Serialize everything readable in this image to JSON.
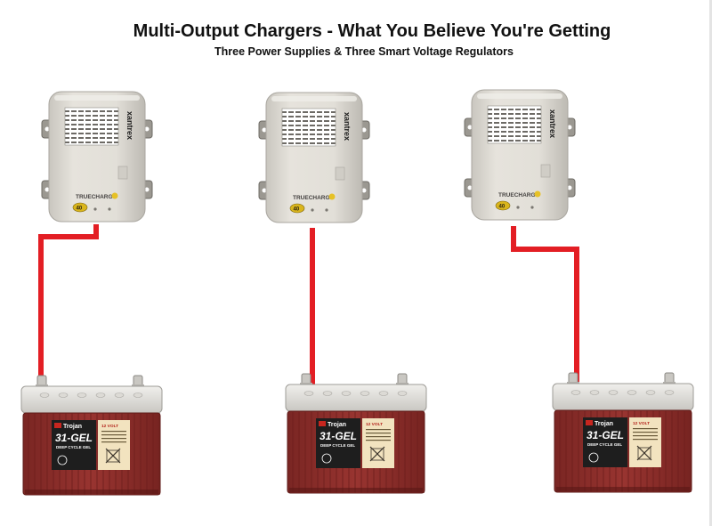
{
  "header": {
    "title": "Multi-Output Chargers - What You Believe You're Getting",
    "subtitle": "Three Power Supplies & Three Smart Voltage Regulators"
  },
  "charger": {
    "brand": "xantrex",
    "product": "TRUECHARGE",
    "badge": "40"
  },
  "battery": {
    "brand": "Trojan",
    "model": "31-GEL",
    "type": "DEEP CYCLE GEL",
    "voltage": "12 VOLT"
  },
  "colors": {
    "wire": "#e31e24",
    "battery_case": "#8e2f2c",
    "charger_body": "#dedbd4",
    "label_dark": "#1e1e1e",
    "label_tan": "#f2e3bf"
  },
  "units": [
    {
      "charger": "charger-1",
      "battery": "battery-1"
    },
    {
      "charger": "charger-2",
      "battery": "battery-2"
    },
    {
      "charger": "charger-3",
      "battery": "battery-3"
    }
  ]
}
